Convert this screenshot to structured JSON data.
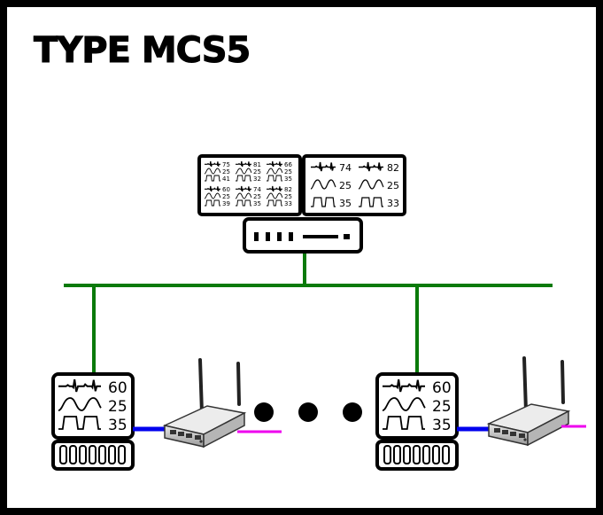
{
  "title": "TYPE MCS5",
  "central_screen_left": {
    "rows": [
      [
        [
          "75",
          "25",
          "41"
        ],
        [
          "81",
          "25",
          "32"
        ],
        [
          "66",
          "25",
          "35"
        ]
      ],
      [
        [
          "60",
          "25",
          "39"
        ],
        [
          "74",
          "25",
          "35"
        ],
        [
          "82",
          "25",
          "33"
        ]
      ]
    ]
  },
  "central_screen_right": {
    "rows": [
      [
        "74",
        "82"
      ],
      [
        "25",
        "25"
      ],
      [
        "35",
        "33"
      ]
    ]
  },
  "bedside_monitors": [
    {
      "values": [
        "60",
        "25",
        "35"
      ]
    },
    {
      "values": [
        "60",
        "25",
        "35"
      ]
    }
  ],
  "colors": {
    "network": "#0a7a0a",
    "blue_link": "#0000ee",
    "magenta_link": "#ee00ee",
    "router_body": "#cfcfcf"
  }
}
